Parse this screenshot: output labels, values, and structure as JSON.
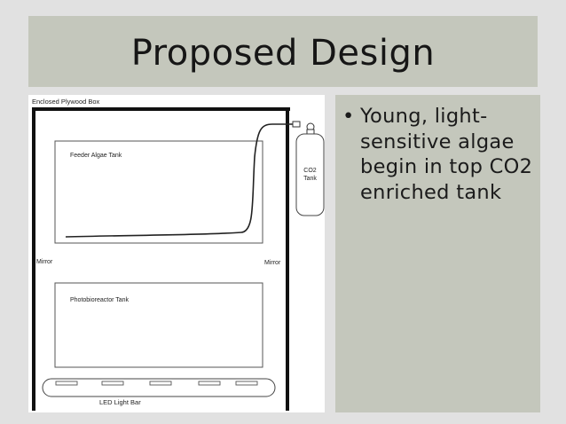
{
  "slide": {
    "title": "Proposed Design",
    "bullets": [
      {
        "symbol": "•",
        "text": "Young, light-sensitive algae begin in top CO2 enriched tank"
      }
    ]
  },
  "diagram": {
    "labels": {
      "enclosure": "Enclosed Plywood Box",
      "feeder_tank": "Feeder Algae Tank",
      "co2_tank_line1": "CO2",
      "co2_tank_line2": "Tank",
      "mirror_left": "Mirror",
      "mirror_right": "Mirror",
      "photobioreactor_tank": "Photobioreactor Tank",
      "led_light_bar": "LED Light Bar"
    }
  }
}
